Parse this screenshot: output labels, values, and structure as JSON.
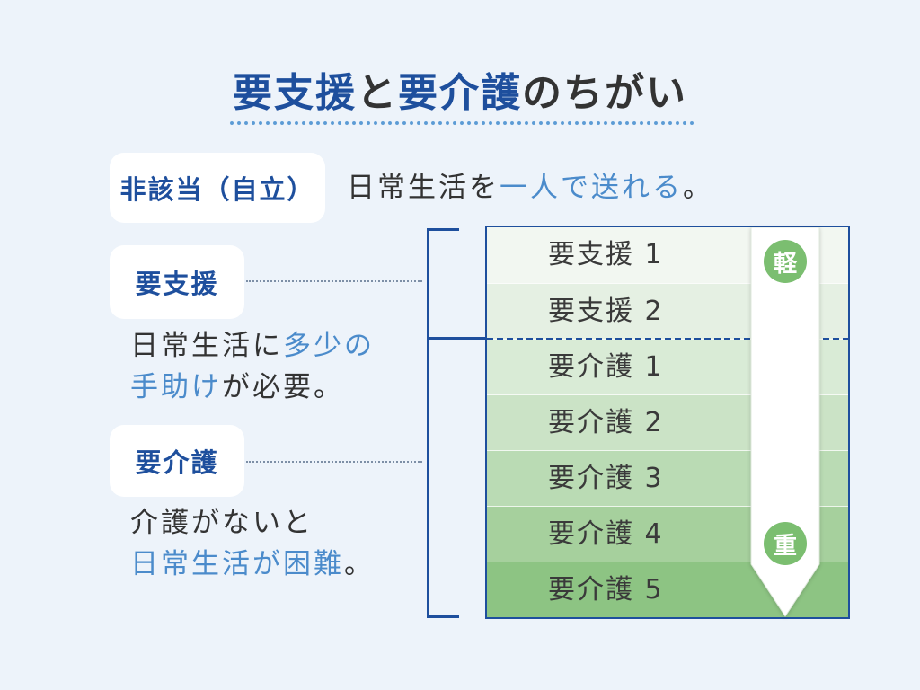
{
  "title": {
    "support": "要支援",
    "connector": "と",
    "care": "要介護",
    "suffix": "のちがい"
  },
  "categories": {
    "independent": {
      "label": "非該当（自立）",
      "description": {
        "plain": "日常生活を",
        "highlight": "一人で送れる",
        "end": "。"
      }
    },
    "support": {
      "label": "要支援",
      "description": {
        "line1": {
          "plain": "日常生活に",
          "highlight": "多少の"
        },
        "line2": {
          "highlight": "手助け",
          "plain": "が必要。"
        }
      }
    },
    "care": {
      "label": "要介護",
      "description": {
        "line1": {
          "plain": "介護がないと"
        },
        "line2": {
          "highlight": "日常生活が困難",
          "end": "。"
        }
      }
    }
  },
  "levels": [
    {
      "label": "要支援 1",
      "fill": "#F2F7F1"
    },
    {
      "label": "要支援 2",
      "fill": "#E5F0E3"
    },
    {
      "label": "要介護 1",
      "fill": "#D9EBD6"
    },
    {
      "label": "要介護 2",
      "fill": "#CBE3C6"
    },
    {
      "label": "要介護 3",
      "fill": "#BADBB4"
    },
    {
      "label": "要介護 4",
      "fill": "#A6D09D"
    },
    {
      "label": "要介護 5",
      "fill": "#8DC483"
    }
  ],
  "severity_arrow": {
    "light_label": "軽",
    "heavy_label": "重"
  },
  "colors": {
    "accent": "#1E4F9D",
    "highlight": "#4B8BCB",
    "text": "#333333",
    "background": "#EDF3FA",
    "badge": "#7BBE70",
    "underline": "#5B9BD5"
  }
}
